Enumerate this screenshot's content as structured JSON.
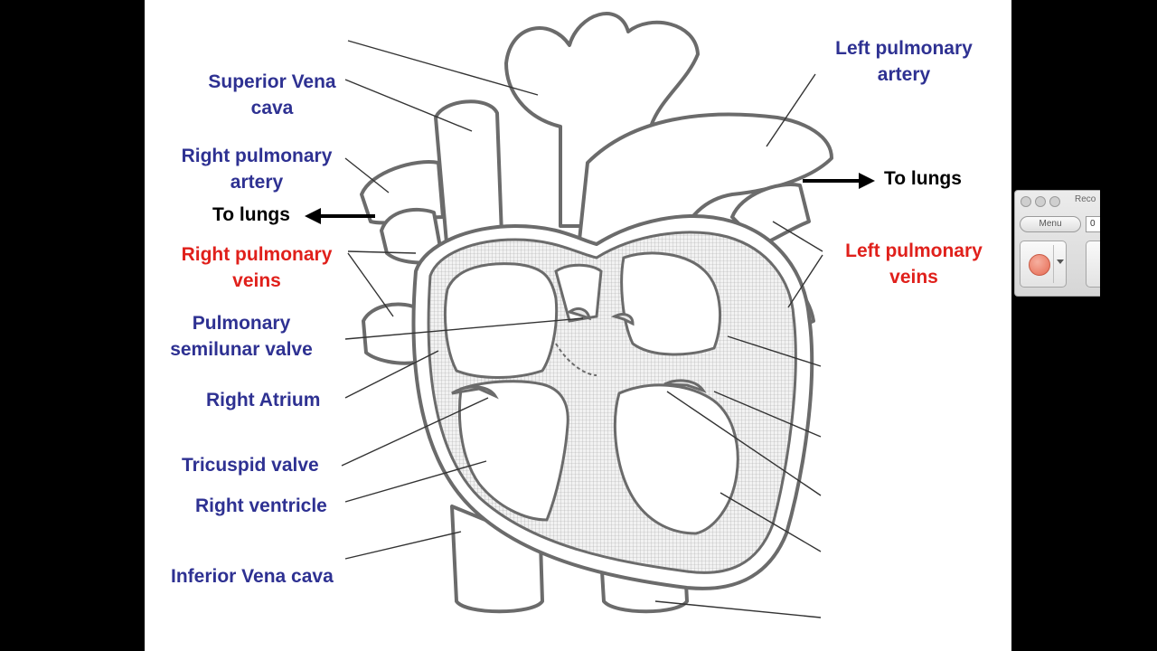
{
  "labels": {
    "superior_vena_cava": "Superior Vena cava",
    "right_pulmonary_artery": "Right pulmonary artery",
    "to_lungs_left": "To lungs",
    "right_pulmonary_veins": "Right pulmonary veins",
    "pulmonary_semilunar_valve": "Pulmonary semilunar valve",
    "right_atrium": "Right Atrium",
    "tricuspid_valve": "Tricuspid valve",
    "right_ventricle": "Right ventricle",
    "inferior_vena_cava": "Inferior Vena cava",
    "left_pulmonary_artery": "Left pulmonary artery",
    "to_lungs_right": "To lungs",
    "left_pulmonary_veins": "Left pulmonary veins"
  },
  "colors": {
    "blue_label": "#2e3192",
    "red_label": "#e0201b",
    "black_label": "#000000",
    "heart_outline": "#6b6b6b",
    "wall_fill": "#d9d9d9"
  },
  "recorder": {
    "title": "Reco",
    "menu_label": "Menu",
    "time": "0"
  }
}
